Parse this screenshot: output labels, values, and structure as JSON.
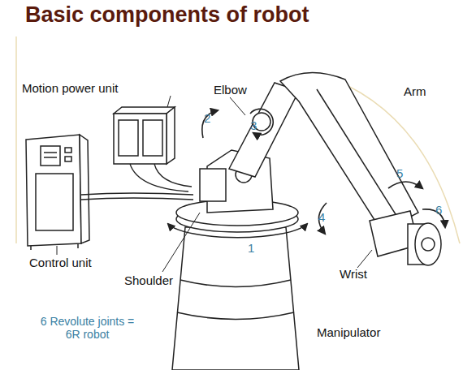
{
  "diagram": {
    "title": "Basic components of robot",
    "labels": [
      "Motion power unit",
      "Elbow",
      "Arm",
      "2",
      "3",
      "5",
      "6",
      "4",
      "1",
      "Control unit",
      "Shoulder",
      "Wrist",
      "6 Revolute joints = 6R robot",
      "Manipulator"
    ]
  }
}
